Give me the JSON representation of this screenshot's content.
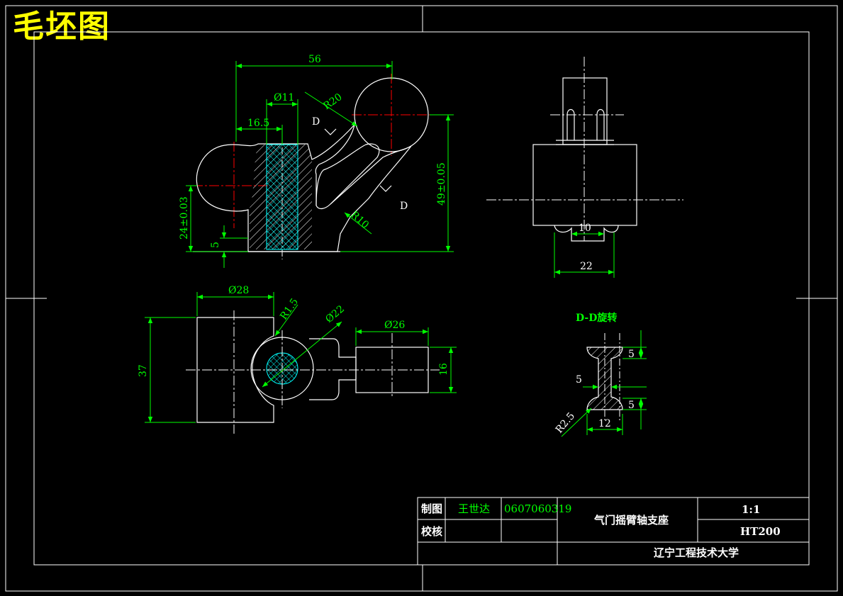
{
  "sheet": {
    "heading": "毛坯图"
  },
  "front_view": {
    "dims": {
      "length_56": "56",
      "dia_11": "Ø11",
      "radius_20": "R20",
      "offset_16_5": "16.5",
      "height_49": "49±0.05",
      "height_24": "24±0.03",
      "base_5": "5",
      "radius_10": "R10"
    },
    "section_marks": [
      "D",
      "D"
    ]
  },
  "side_view": {
    "dims": {
      "slot_10": "10",
      "width_22": "22"
    }
  },
  "top_view": {
    "dims": {
      "dia_28": "Ø28",
      "radius_1_5": "R1.5",
      "dia_22": "Ø22",
      "dia_26": "Ø26",
      "width_37": "37",
      "width_16": "16"
    }
  },
  "section_view": {
    "title": "D-D旋转",
    "dims": {
      "rib_5": "5",
      "flange_top_5": "5",
      "flange_bottom_5": "5",
      "radius_2_5": "R2.5",
      "width_12": "12"
    }
  },
  "title_block": {
    "drawn_label": "制图",
    "drawn_name": "王世达",
    "student_id": "0607060319",
    "check_label": "校核",
    "part_name": "气门摇臂轴支座",
    "scale": "1:1",
    "material": "HT200",
    "school": "辽宁工程技术大学"
  },
  "colors": {
    "background": "#000000",
    "outline": "#ffffff",
    "dimension": "#00ff00",
    "centerline": "#ff0000",
    "section_hatch": "#00ffff",
    "heading": "#ffff00"
  }
}
